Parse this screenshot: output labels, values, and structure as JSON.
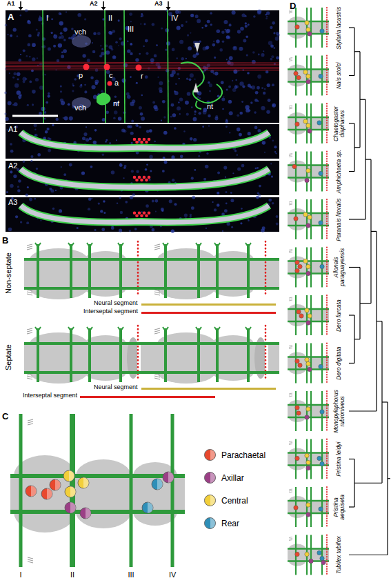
{
  "diagram": {
    "labels": [
      "A",
      "A1",
      "A2",
      "A3",
      "I",
      "II",
      "III",
      "IV",
      "vch",
      "vch",
      "p",
      "c",
      "r",
      "a",
      "nf",
      "nt",
      "A1",
      "A2",
      "A3",
      "B",
      "Non-septate",
      "Neural segment",
      "Interseptal segment",
      "Septate",
      "Neural segment",
      "Interseptal segment",
      "C",
      "I",
      "II",
      "III",
      "IV",
      "D",
      "Stylaria lacustris",
      "Nais stolci",
      "Chaetogaster diaphanus",
      "Amphichaeta sp.",
      "Paranais litoralis",
      "Allonais paraguayensis",
      "Dero furcata",
      "Dero digitata",
      "Monopylephorus rubroniveus",
      "Pristina leidyi",
      "Pristina aequiseta",
      "Tubifex tubifex"
    ],
    "legend": [
      {
        "text": "Parachaetal",
        "color": "#e8482e"
      },
      {
        "text": "Axillar",
        "color": "#9b3f86"
      },
      {
        "text": "Central",
        "color": "#f2cf3a"
      },
      {
        "text": "Rear",
        "color": "#2e8fb8"
      }
    ]
  }
}
